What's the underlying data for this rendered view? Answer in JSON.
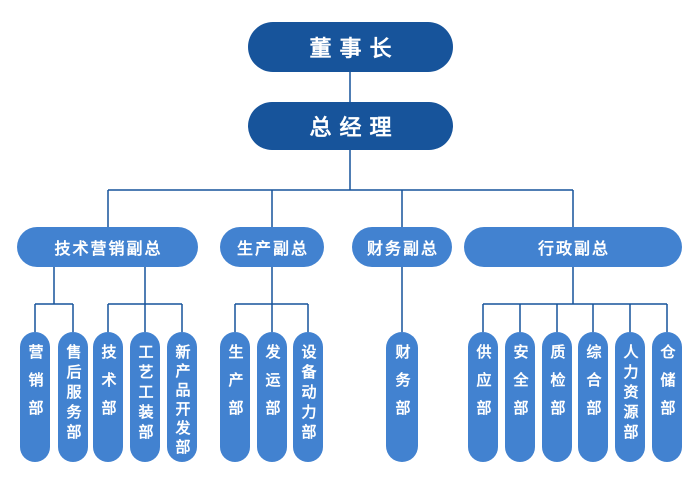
{
  "org": {
    "chairman": {
      "label": "董事长"
    },
    "general_manager": {
      "label": "总经理"
    },
    "vps": [
      {
        "label": "技术营销副总",
        "departments": [
          {
            "label": "营销部"
          },
          {
            "label": "售后服务部"
          },
          {
            "label": "技术部"
          },
          {
            "label": "工艺工装部"
          },
          {
            "label": "新产品开发部"
          }
        ]
      },
      {
        "label": "生产副总",
        "departments": [
          {
            "label": "生产部"
          },
          {
            "label": "发运部"
          },
          {
            "label": "设备动力部"
          }
        ]
      },
      {
        "label": "财务副总",
        "departments": [
          {
            "label": "财务部"
          }
        ]
      },
      {
        "label": "行政副总",
        "departments": [
          {
            "label": "供应部"
          },
          {
            "label": "安全部"
          },
          {
            "label": "质检部"
          },
          {
            "label": "综合部"
          },
          {
            "label": "人力资源部"
          },
          {
            "label": "仓储部"
          }
        ]
      }
    ],
    "colors": {
      "executive_fill": "#17549B",
      "branch_fill": "#4282D0",
      "connector": "#17549B",
      "text": "#FFFFFF"
    }
  }
}
